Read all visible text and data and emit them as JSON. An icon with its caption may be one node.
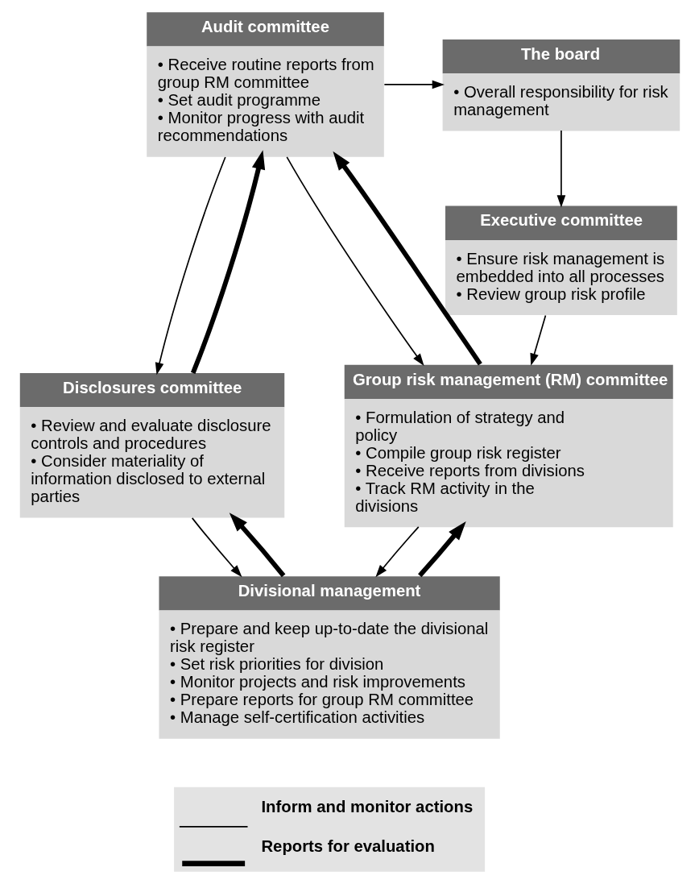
{
  "diagram": {
    "nodes": [
      {
        "text": [
          "The board",
          "• Overall responsibility for risk management"
        ]
      },
      {
        "text": [
          "Audit committee",
          "• Receive routine reports from group RM committee",
          "• Set audit programme",
          "• Monitor progress with audit recommendations"
        ]
      },
      {
        "text": [
          "Executive committee",
          "• Ensure risk management is embedded into all processes",
          "• Review group risk profile"
        ]
      },
      {
        "text": [
          "Group risk management (RM) committee",
          "• Formulation of strategy and policy",
          "• Compile group risk register",
          "• Receive reports from divisions",
          "• Track RM activity in the divisions"
        ]
      },
      {
        "text": [
          "Disclosures committee",
          "• Review and evaluate disclosure controls and procedures",
          "• Consider materiality of information disclosed to external parties"
        ]
      },
      {
        "text": [
          "Divisional management",
          "• Prepare and keep up-to-date the divisional risk register",
          "• Set risk priorities for division",
          "• Monitor projects and risk improvements",
          "• Prepare reports for group RM committee",
          "• Manage self-certification activities"
        ]
      }
    ],
    "edges": [
      {
        "from": 1,
        "to": 0,
        "arrow": "to"
      },
      {
        "from": 0,
        "to": 2,
        "arrow": "to"
      },
      {
        "from": 2,
        "to": 3,
        "arrow": "to"
      },
      {
        "from": 3,
        "to": 1,
        "arrow": "to",
        "style": "thick"
      },
      {
        "from": 1,
        "to": 3,
        "arrow": "to"
      },
      {
        "from": 4,
        "to": 1,
        "arrow": "to",
        "style": "thick"
      },
      {
        "from": 1,
        "to": 4,
        "arrow": "to"
      },
      {
        "from": 5,
        "to": 3,
        "arrow": "to",
        "style": "thick"
      },
      {
        "from": 3,
        "to": 5,
        "arrow": "to"
      },
      {
        "from": 5,
        "to": 4,
        "arrow": "to",
        "style": "thick"
      },
      {
        "from": 4,
        "to": 5,
        "arrow": "to"
      }
    ],
    "legend": [
      {
        "text": "Inform and monitor actions"
      },
      {
        "text": "Reports for evaluation"
      }
    ]
  }
}
